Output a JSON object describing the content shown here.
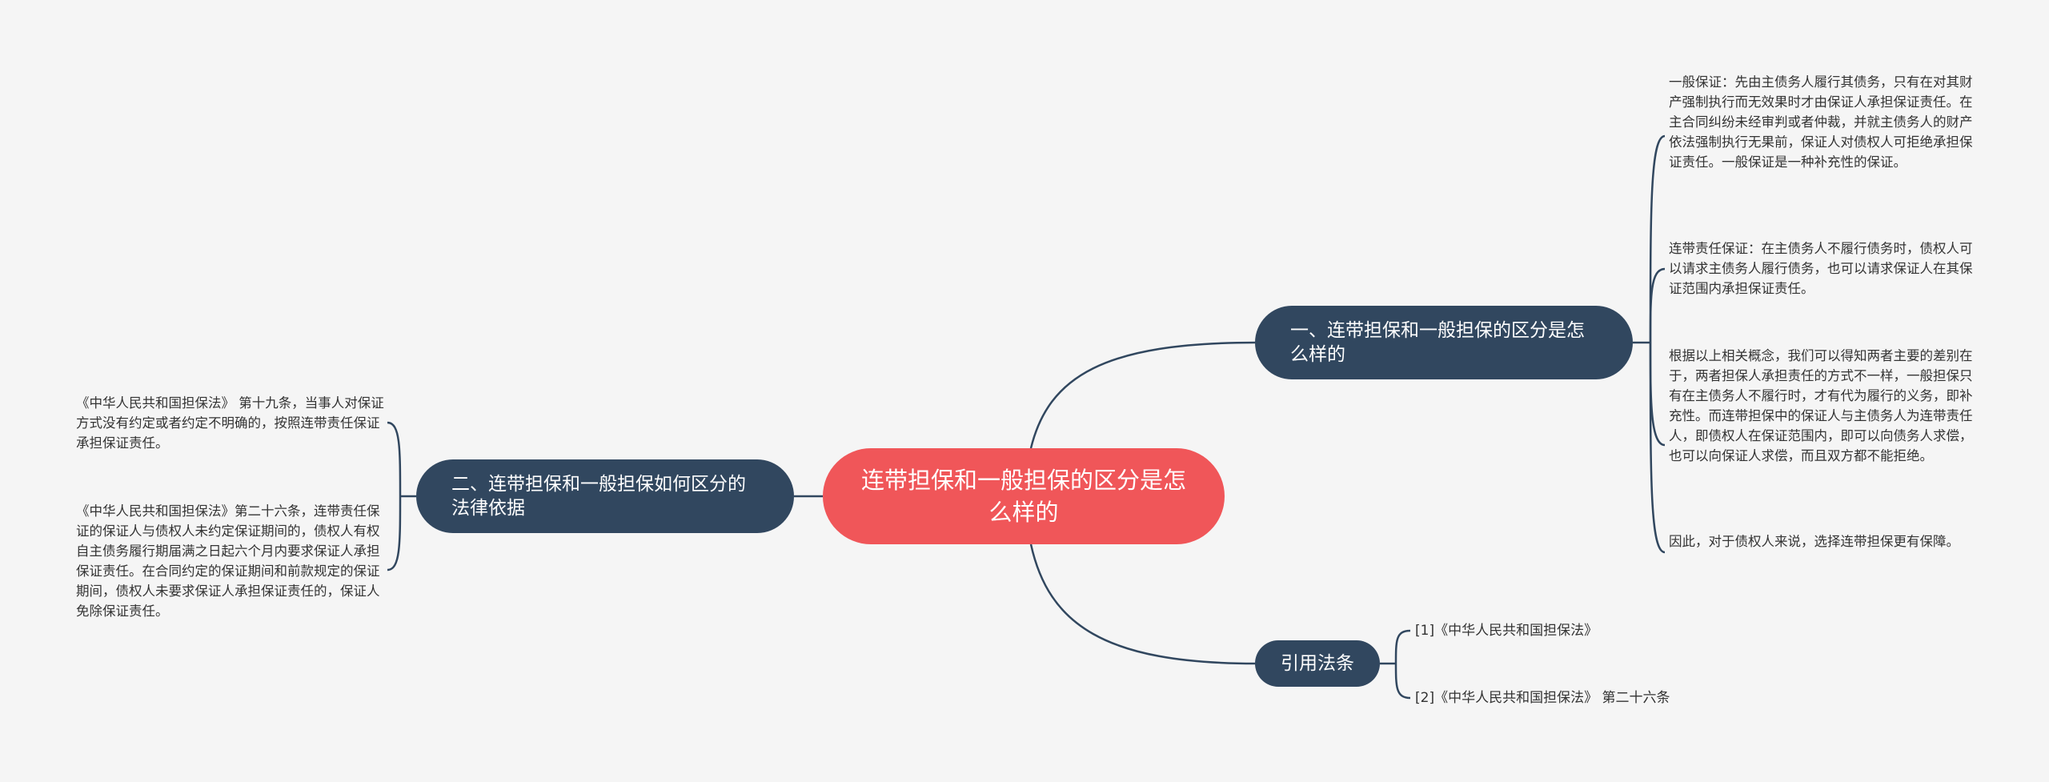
{
  "root": {
    "title": "连带担保和一般担保的区分是怎么样的"
  },
  "branches": [
    {
      "label": "一、连带担保和一般担保的区分是怎么样的",
      "children": [
        "一般保证：先由主债务人履行其债务，只有在对其财产强制执行而无效果时才由保证人承担保证责任。在主合同纠纷未经审判或者仲裁，并就主债务人的财产依法强制执行无果前，保证人对债权人可拒绝承担保证责任。一般保证是一种补充性的保证。",
        "连带责任保证：在主债务人不履行债务时，债权人可以请求主债务人履行债务，也可以请求保证人在其保证范围内承担保证责任。",
        "根据以上相关概念，我们可以得知两者主要的差别在于，两者担保人承担责任的方式不一样，一般担保只有在主债务人不履行时，才有代为履行的义务，即补充性。而连带担保中的保证人与主债务人为连带责任人，即债权人在保证范围内，即可以向债务人求偿，也可以向保证人求偿，而且双方都不能拒绝。",
        "因此，对于债权人来说，选择连带担保更有保障。"
      ]
    },
    {
      "label": "二、连带担保和一般担保如何区分的法律依据",
      "children": [
        "《中华人民共和国担保法》 第十九条，当事人对保证方式没有约定或者约定不明确的，按照连带责任保证承担保证责任。",
        "《中华人民共和国担保法》第二十六条，连带责任保证的保证人与债权人未约定保证期间的，债权人有权自主债务履行期届满之日起六个月内要求保证人承担保证责任。在合同约定的保证期间和前款规定的保证期间，债权人未要求保证人承担保证责任的，保证人免除保证责任。"
      ]
    },
    {
      "label": "引用法条",
      "children": [
        "[1]《中华人民共和国担保法》",
        "[2]《中华人民共和国担保法》 第二十六条"
      ]
    }
  ],
  "colors": {
    "background": "#f5f5f5",
    "root": "#f05659",
    "branch": "#31475f",
    "line": "#31475f",
    "text": "#333333"
  }
}
